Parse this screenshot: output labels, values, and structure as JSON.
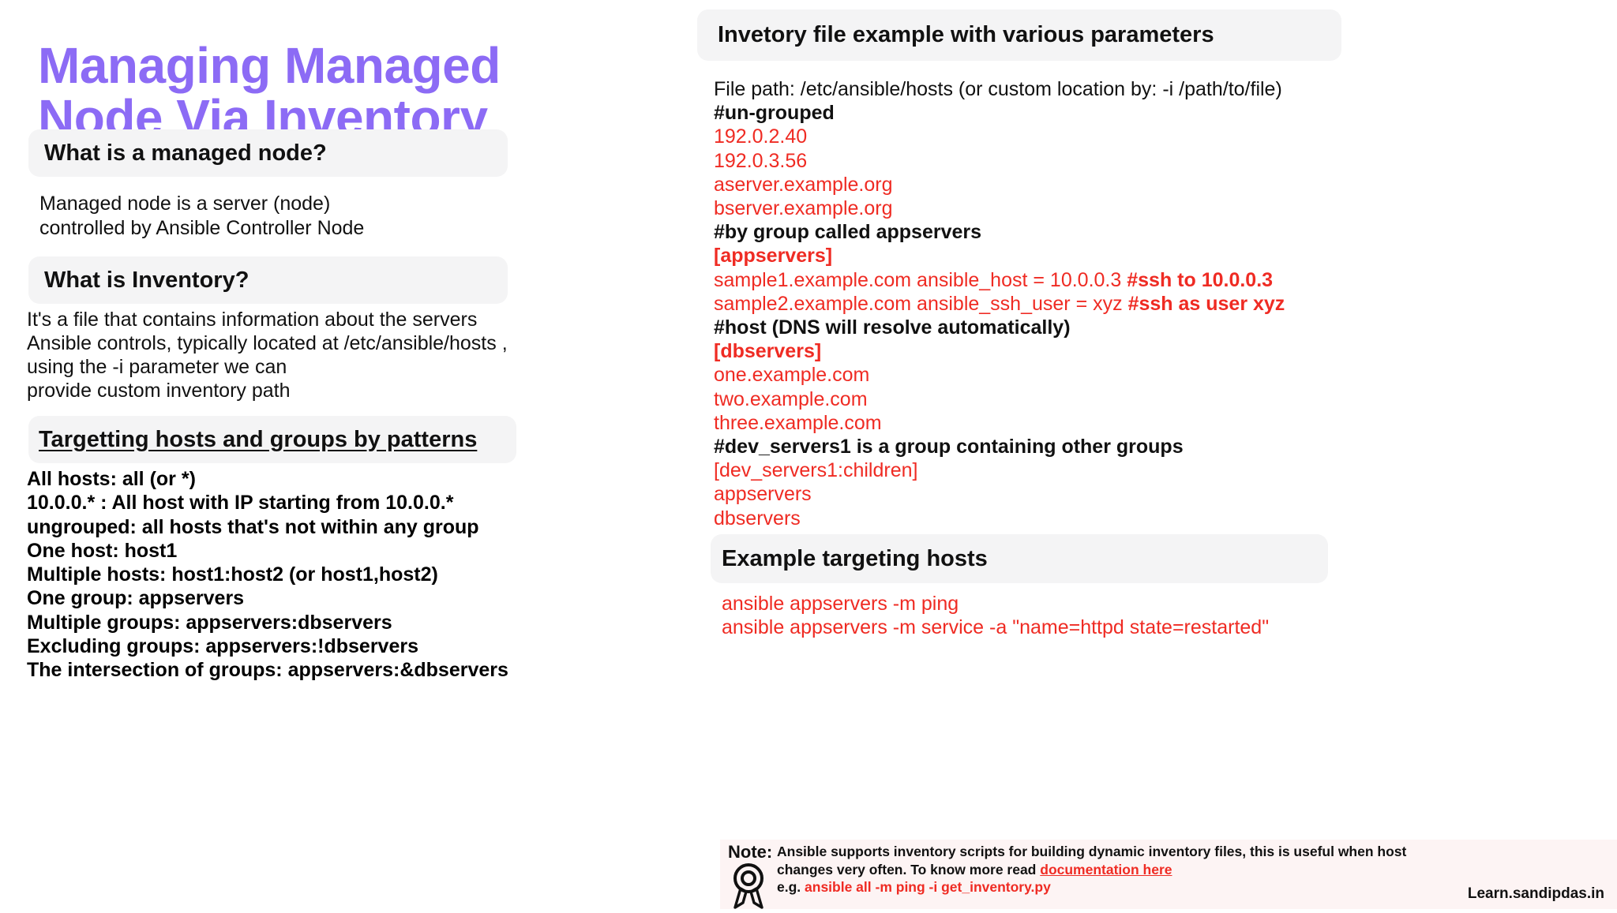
{
  "title": {
    "line1": "Managing Managed",
    "line2": "Node Via Inventory",
    "color": "#8c6bf5"
  },
  "colors": {
    "accent_purple": "#8c6bf5",
    "code_red": "#ef2b23",
    "pill_bg": "#f4f4f5",
    "note_bg": "#fdf4f4",
    "text": "#111111"
  },
  "left": {
    "section1": {
      "heading": "What is a managed node?",
      "body": [
        "Managed node is a server (node)",
        "controlled by Ansible Controller Node"
      ]
    },
    "section2": {
      "heading": "What is Inventory?",
      "body": [
        "It's a file that contains information about the servers",
        "Ansible controls, typically located at /etc/ansible/hosts ,",
        " using the -i parameter we can",
        "provide custom inventory path"
      ]
    },
    "section3": {
      "heading": "Targetting hosts and groups by patterns",
      "items": [
        "All hosts:  all (or *)",
        "10.0.0.* : All host with IP starting from  10.0.0.*",
        "ungrouped: all hosts that's not within any group",
        "One host: host1",
        "Multiple hosts: host1:host2 (or host1,host2)",
        "One group: appservers",
        "Multiple groups: appservers:dbservers",
        "Excluding groups: appservers:!dbservers",
        "The intersection of groups: appservers:&dbservers"
      ]
    }
  },
  "right": {
    "inventory": {
      "heading": "Invetory file example with various parameters",
      "lines": [
        {
          "style": "plain",
          "text": "File path: /etc/ansible/hosts (or custom location by: -i /path/to/file)"
        },
        {
          "style": "cmt",
          "text": "#un-grouped"
        },
        {
          "style": "red",
          "text": "192.0.2.40"
        },
        {
          "style": "red",
          "text": "192.0.3.56"
        },
        {
          "style": "red",
          "text": "aserver.example.org"
        },
        {
          "style": "red",
          "text": "bserver.example.org"
        },
        {
          "style": "cmt",
          "text": "#by group called appservers"
        },
        {
          "style": "redb",
          "text": "[appservers]"
        },
        {
          "style": "red",
          "text": "sample1.example.com ansible_host = 10.0.0.3 ",
          "bold_tail": "#ssh to 10.0.0.3"
        },
        {
          "style": "red",
          "text": "sample2.example.com ansible_ssh_user = xyz ",
          "bold_tail": "#ssh as user xyz"
        },
        {
          "style": "cmt",
          "text": "#host (DNS will resolve automatically)"
        },
        {
          "style": "redb",
          "text": "[dbservers]"
        },
        {
          "style": "red",
          "text": "one.example.com"
        },
        {
          "style": "red",
          "text": "two.example.com"
        },
        {
          "style": "red",
          "text": "three.example.com"
        },
        {
          "style": "cmt",
          "text": "#dev_servers1 is a group containing other groups"
        },
        {
          "style": "red",
          "text": "[dev_servers1:children]"
        },
        {
          "style": "red",
          "text": "appservers"
        },
        {
          "style": "red",
          "text": "dbservers"
        }
      ]
    },
    "example": {
      "heading": "Example targeting hosts",
      "commands": [
        "ansible appservers -m ping",
        "ansible appservers -m service -a \"name=httpd state=restarted\""
      ]
    },
    "note": {
      "label": "Note:",
      "line1": "Ansible supports inventory scripts for building dynamic inventory files, this is useful when host",
      "line2_prefix": "changes very often. To know more read ",
      "link_text": "documentation here",
      "line3_prefix": "e.g. ",
      "line3_cmd": "ansible all -m ping -i get_inventory.py",
      "icon": "award-ribbon-icon"
    },
    "watermark": "Learn.sandipdas.in"
  }
}
